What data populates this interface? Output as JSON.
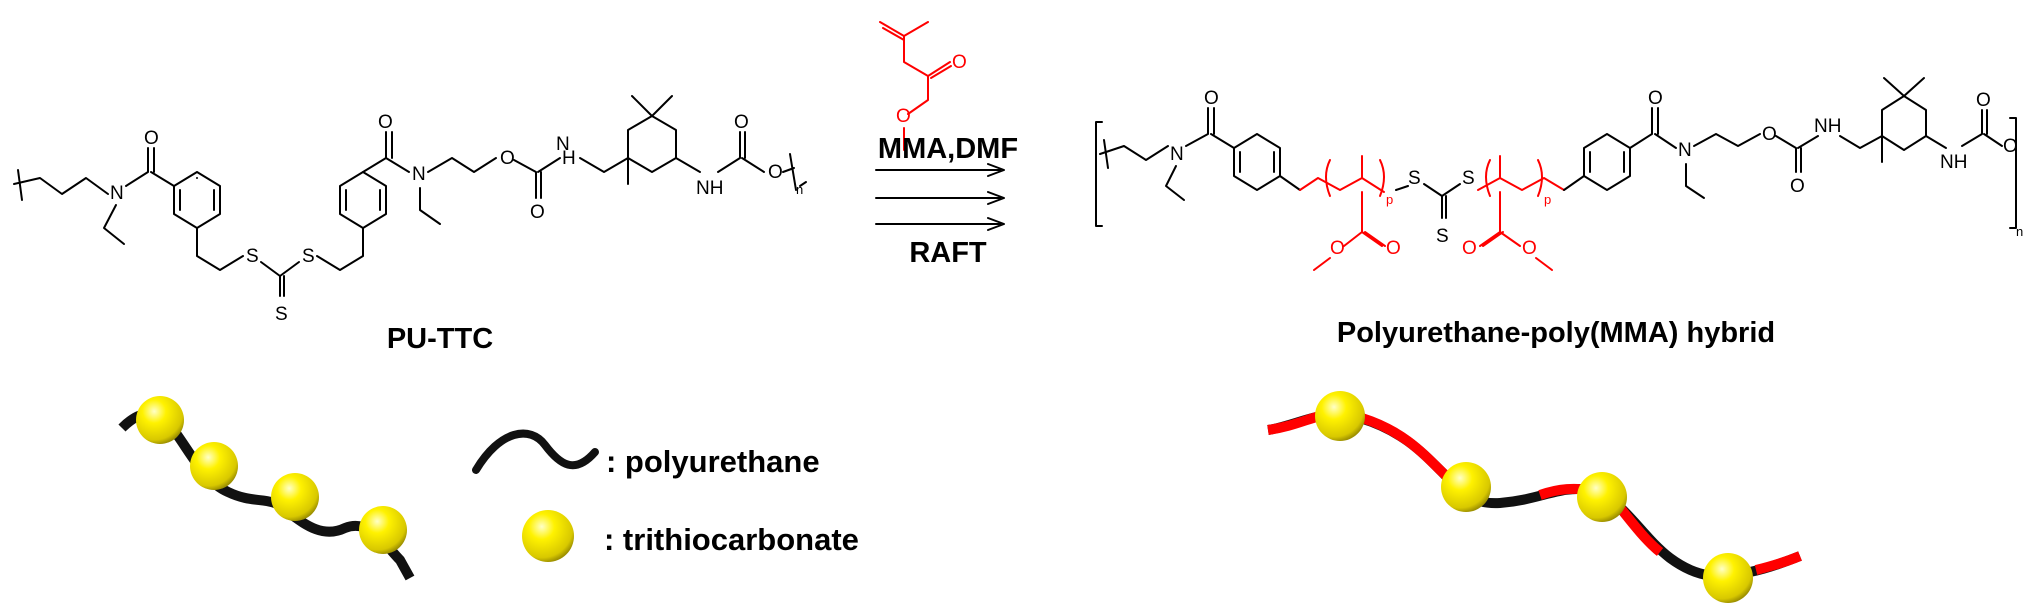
{
  "scheme": {
    "reactant_label": "PU-TTC",
    "reagent_conditions": "MMA,DMF",
    "method": "RAFT",
    "product_label": "Polyurethane-poly(MMA)  hybrid"
  },
  "legend": {
    "items": [
      {
        "symbol": "wavy-line",
        "label": ": polyurethane",
        "color": "#000000"
      },
      {
        "symbol": "yellow-sphere",
        "label": ": trithiocarbonate",
        "color": "#ffee00"
      }
    ]
  },
  "atoms": {
    "O": "O",
    "N": "N",
    "NH": "NH",
    "H": "H",
    "S": "S",
    "n": "n",
    "p": "p"
  },
  "colors": {
    "polyurethane": "#000000",
    "pmma": "#ff0000",
    "trithiocarbonate": "#ffee00"
  }
}
